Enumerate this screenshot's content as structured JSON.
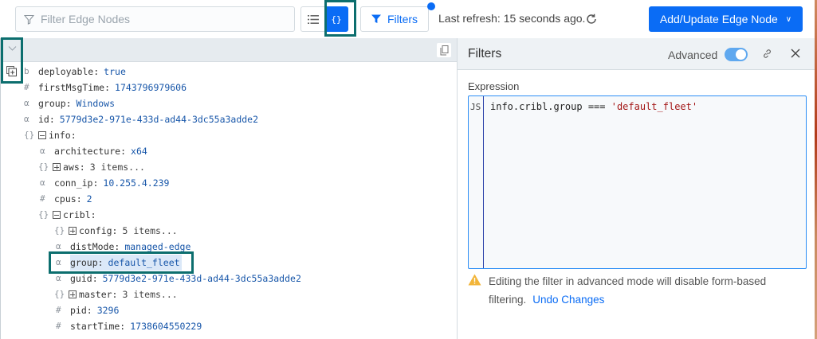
{
  "toolbar": {
    "search_placeholder": "Filter Edge Nodes",
    "list_view_icon": "list-icon",
    "json_view_icon": "{}",
    "filters_label": "Filters",
    "last_refresh": "Last refresh: 15 seconds ago.",
    "add_update_label": "Add/Update Edge Node",
    "add_update_chevron": "∨",
    "accent_color": "#0a6cf5",
    "highlight_color": "#0c6e6e"
  },
  "tree": {
    "rows": [
      {
        "type": "b",
        "key": "deployable:",
        "value": "true"
      },
      {
        "type": "#",
        "key": "firstMsgTime:",
        "value": "1743796979606"
      },
      {
        "type": "α",
        "key": "group:",
        "value": "Windows"
      },
      {
        "type": "α",
        "key": "id:",
        "value": "5779d3e2-971e-433d-ad44-3dc55a3adde2"
      },
      {
        "type": "{}",
        "key": "info:",
        "value": ""
      },
      {
        "type": "α",
        "key": "architecture:",
        "value": "x64"
      },
      {
        "type": "{}",
        "key": "aws:",
        "value": "3 items..."
      },
      {
        "type": "α",
        "key": "conn_ip:",
        "value": "10.255.4.239"
      },
      {
        "type": "#",
        "key": "cpus:",
        "value": "2"
      },
      {
        "type": "{}",
        "key": "cribl:",
        "value": ""
      },
      {
        "type": "{}",
        "key": "config:",
        "value": "5 items..."
      },
      {
        "type": "α",
        "key": "distMode:",
        "value": "managed-edge"
      },
      {
        "type": "α",
        "key": "group:",
        "value": "default_fleet"
      },
      {
        "type": "α",
        "key": "guid:",
        "value": "5779d3e2-971e-433d-ad44-3dc55a3adde2"
      },
      {
        "type": "{}",
        "key": "master:",
        "value": "3 items..."
      },
      {
        "type": "#",
        "key": "pid:",
        "value": "3296"
      },
      {
        "type": "#",
        "key": "startTime:",
        "value": "1738604550229"
      }
    ]
  },
  "filters_panel": {
    "title": "Filters",
    "advanced_label": "Advanced",
    "advanced_enabled": true,
    "expression_label": "Expression",
    "gutter_label": "JS",
    "code_prefix": "info.cribl.group === ",
    "code_string": "'default_fleet'",
    "warning_text": "Editing the filter in advanced mode will disable form-based filtering.",
    "undo_label": "Undo Changes"
  }
}
